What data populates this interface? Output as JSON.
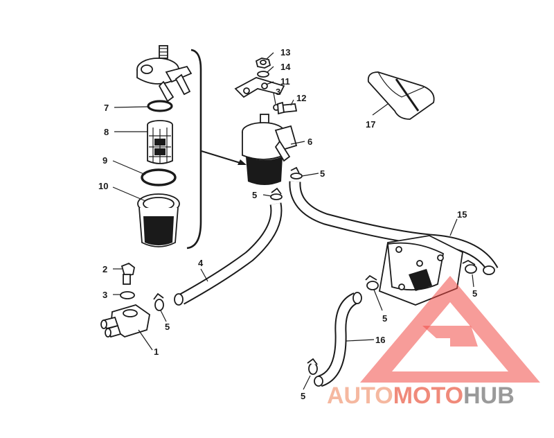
{
  "diagram": {
    "callouts": [
      {
        "id": "c1",
        "label": "1"
      },
      {
        "id": "c2",
        "label": "2"
      },
      {
        "id": "c3a",
        "label": "3"
      },
      {
        "id": "c3b",
        "label": "3"
      },
      {
        "id": "c4",
        "label": "4"
      },
      {
        "id": "c5a",
        "label": "5"
      },
      {
        "id": "c5b",
        "label": "5"
      },
      {
        "id": "c5c",
        "label": "5"
      },
      {
        "id": "c5d",
        "label": "5"
      },
      {
        "id": "c5e",
        "label": "5"
      },
      {
        "id": "c5f",
        "label": "5"
      },
      {
        "id": "c6",
        "label": "6"
      },
      {
        "id": "c7",
        "label": "7"
      },
      {
        "id": "c8",
        "label": "8"
      },
      {
        "id": "c9",
        "label": "9"
      },
      {
        "id": "c10",
        "label": "10"
      },
      {
        "id": "c11",
        "label": "11"
      },
      {
        "id": "c12",
        "label": "12"
      },
      {
        "id": "c13",
        "label": "13"
      },
      {
        "id": "c14",
        "label": "14"
      },
      {
        "id": "c15",
        "label": "15"
      },
      {
        "id": "c16",
        "label": "16"
      },
      {
        "id": "c17",
        "label": "17"
      }
    ]
  },
  "watermark": {
    "part1": "AUTO",
    "part2": "MOTO",
    "part3": "HUB",
    "colors": {
      "auto": "#f5b8a0",
      "moto": "#f08a7a",
      "hub": "#9a9a9a",
      "triangle": "#f04a45"
    }
  }
}
